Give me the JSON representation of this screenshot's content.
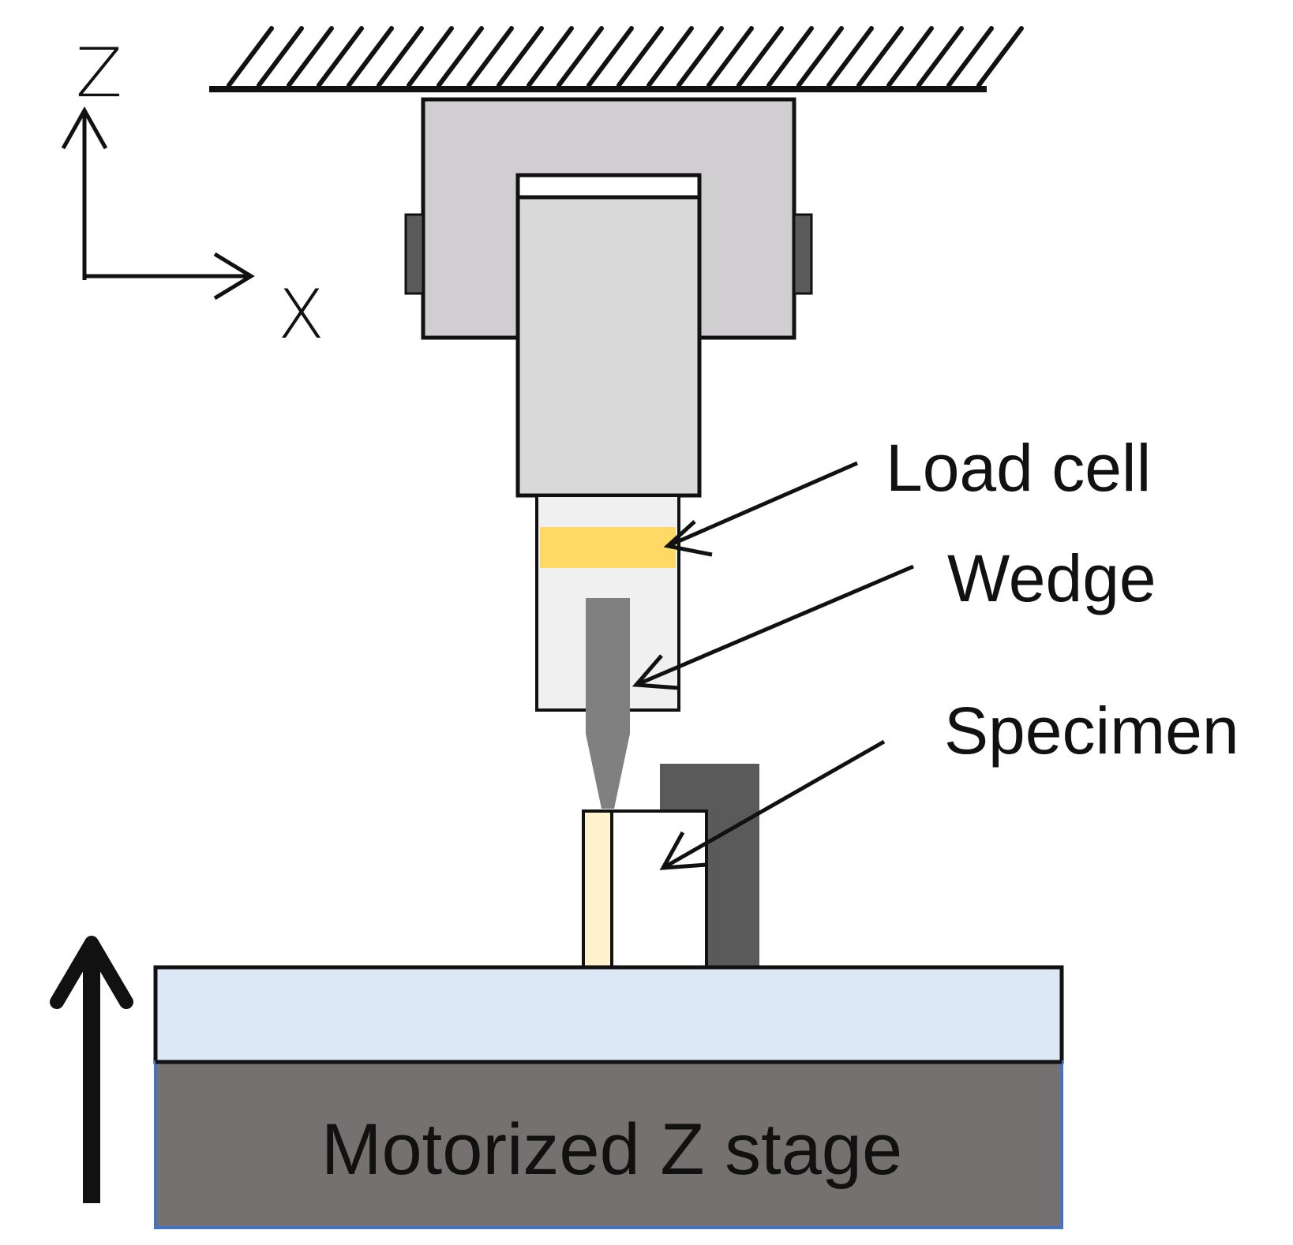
{
  "axes": {
    "z_label": "Z",
    "x_label": "X"
  },
  "labels": {
    "load_cell": "Load cell",
    "wedge": "Wedge",
    "specimen": "Specimen",
    "stage": "Motorized Z stage"
  },
  "colors": {
    "frame": "#d0ced1",
    "column": "#d9d9d9",
    "holder": "#f0f0f0",
    "load_cell": "#ffd966",
    "wedge": "#808080",
    "fixture": "#5a5a5a",
    "specimen_layer": "#fff2cc",
    "plate": "#dce8f5",
    "stage": "#767171",
    "stage_edge": "#4472c4"
  }
}
